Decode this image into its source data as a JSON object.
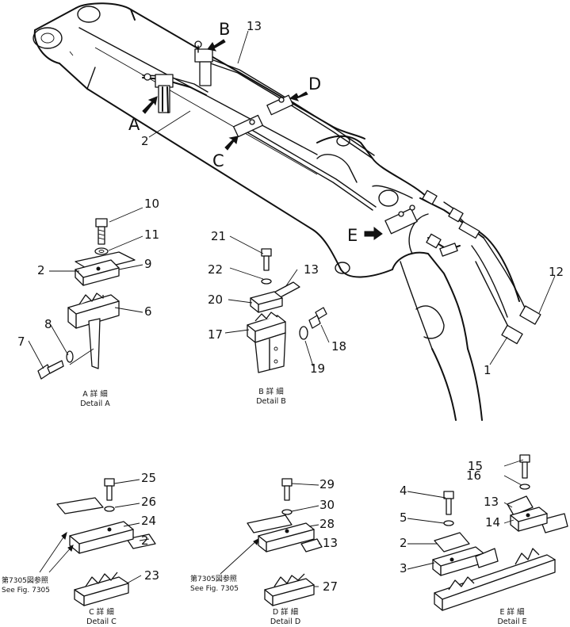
{
  "callouts": {
    "n1": "1",
    "n2": "2",
    "n3": "3",
    "n4": "4",
    "n5": "5",
    "n6": "6",
    "n7": "7",
    "n8": "8",
    "n9": "9",
    "n10": "10",
    "n11": "11",
    "n12": "12",
    "n13": "13",
    "n14": "14",
    "n15": "15",
    "n16": "16",
    "n17": "17",
    "n18": "18",
    "n19": "19",
    "n20": "20",
    "n21": "21",
    "n22": "22",
    "n23": "23",
    "n24": "24",
    "n25": "25",
    "n26": "26",
    "n27": "27",
    "n28": "28",
    "n29": "29",
    "n30": "30"
  },
  "views": {
    "A": "A",
    "B": "B",
    "C": "C",
    "D": "D",
    "E": "E"
  },
  "captions": {
    "a_jp": "A 詳 細",
    "a_en": "Detail A",
    "b_jp": "B 詳 細",
    "b_en": "Detail B",
    "c_jp": "C 詳 細",
    "c_en": "Detail C",
    "d_jp": "D 詳 細",
    "d_en": "Detail D",
    "e_jp": "E 詳 細",
    "e_en": "Detail E"
  },
  "references": {
    "c_jp": "第7305図参照",
    "c_en": "See Fig. 7305",
    "d_jp": "第7305図参照",
    "d_en": "See Fig. 7305"
  }
}
